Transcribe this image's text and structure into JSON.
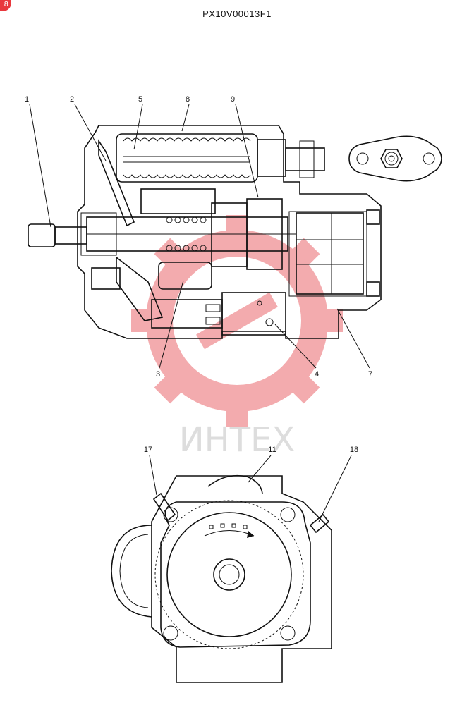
{
  "badge": {
    "text": "8",
    "color": "#e8383d"
  },
  "drawing_code": "PX10V00013F1",
  "watermark": {
    "text": "ИНТЕХ",
    "logo_icon": "gear-logo-icon",
    "logo_color": "#f29da0"
  },
  "callouts_side_view": [
    "1",
    "2",
    "5",
    "8",
    "9",
    "3",
    "4",
    "7"
  ],
  "callouts_front_view": [
    "17",
    "11",
    "18"
  ]
}
